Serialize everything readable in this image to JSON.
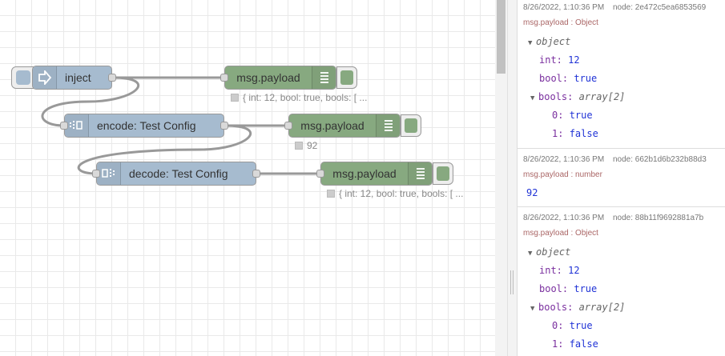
{
  "flow": {
    "inject": {
      "label": "inject"
    },
    "encode": {
      "label": "encode: Test Config"
    },
    "decode": {
      "label": "decode: Test Config"
    },
    "debug1": {
      "label": "msg.payload",
      "status": "{ int: 12, bool: true, bools: [ ..."
    },
    "debug2": {
      "label": "msg.payload",
      "status": "92"
    },
    "debug3": {
      "label": "msg.payload",
      "status": "{ int: 12, bool: true, bools: [ ..."
    }
  },
  "debug_messages": [
    {
      "timestamp": "8/26/2022, 1:10:36 PM",
      "node": "node: 2e472c5ea6853569",
      "topic": "msg.payload : Object",
      "object_type": "object",
      "int_key": "int:",
      "int_value": "12",
      "bool_key": "bool:",
      "bool_value": "true",
      "bools_key": "bools:",
      "bools_type": "array[2]",
      "item0_key": "0:",
      "item0_value": "true",
      "item1_key": "1:",
      "item1_value": "false"
    },
    {
      "timestamp": "8/26/2022, 1:10:36 PM",
      "node": "node: 662b1d6b232b88d3",
      "topic": "msg.payload : number",
      "value": "92"
    },
    {
      "timestamp": "8/26/2022, 1:10:36 PM",
      "node": "node: 88b11f9692881a7b",
      "topic": "msg.payload : Object",
      "object_type": "object",
      "int_key": "int:",
      "int_value": "12",
      "bool_key": "bool:",
      "bool_value": "true",
      "bools_key": "bools:",
      "bools_type": "array[2]",
      "item0_key": "0:",
      "item0_value": "true",
      "item1_key": "1:",
      "item1_value": "false"
    }
  ],
  "colors": {
    "function_node": "#a6bbcf",
    "debug_node": "#87a980",
    "wire": "#999999",
    "topic_text": "#aa6666",
    "key_text": "#792e9e",
    "value_text": "#2033d6"
  },
  "icons": {
    "inject": "arrow-right-icon",
    "encode": "encode-icon",
    "decode": "decode-icon",
    "debug": "list-icon"
  }
}
